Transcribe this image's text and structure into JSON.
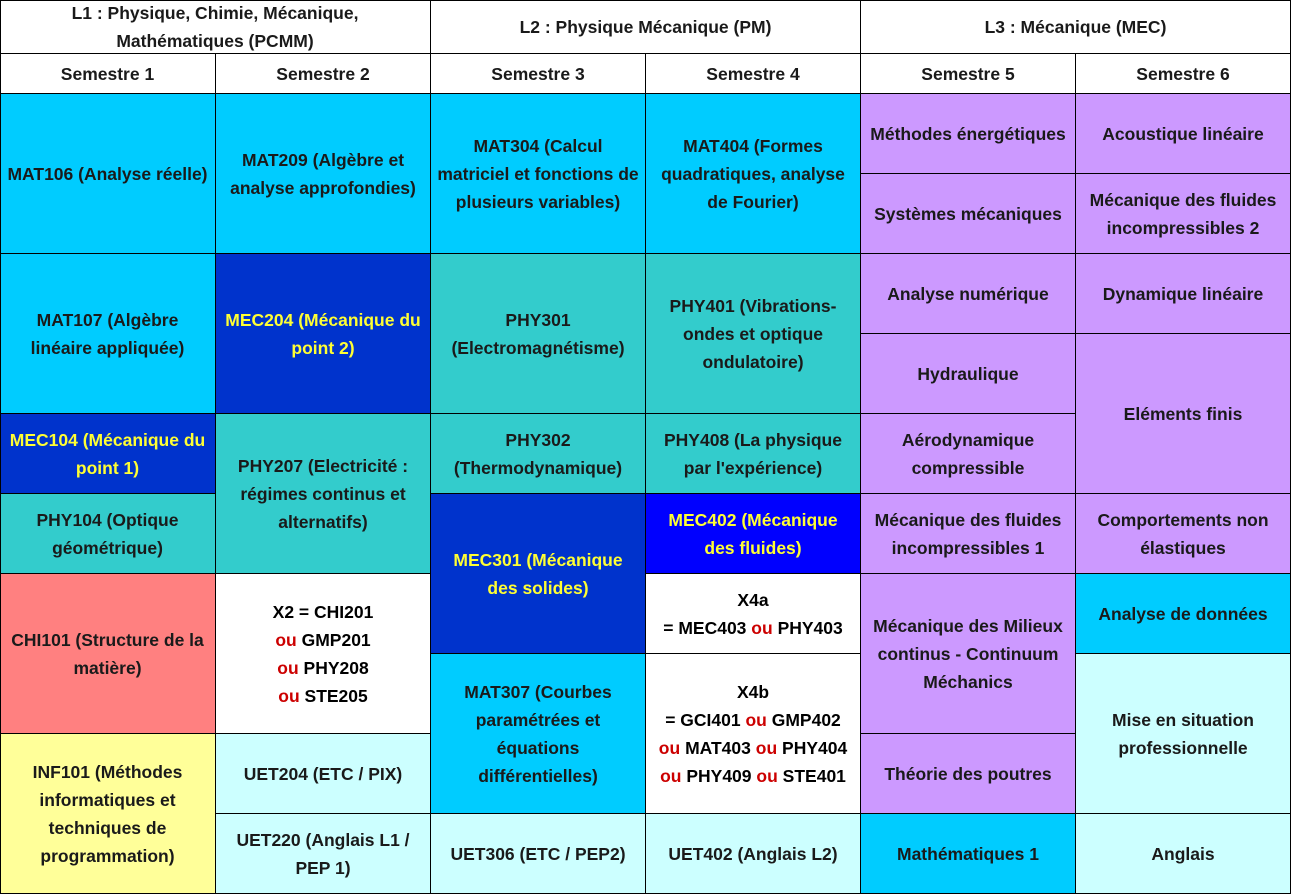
{
  "colors": {
    "header": "#ffffff",
    "light_blue": "#00ccff",
    "dark_blue": "#0033cc",
    "bright_blue": "#0000ff",
    "teal": "#33cccc",
    "salmon": "#ff8080",
    "light_yellow": "#ffff99",
    "pale_cyan": "#ccffff",
    "lavender": "#cc99ff",
    "white": "#ffffff"
  },
  "headers": {
    "l1": "L1 : Physique, Chimie, Mécanique, Mathématiques (PCMM)",
    "l2": "L2 : Physique Mécanique (PM)",
    "l3": "L3 : Mécanique (MEC)",
    "s1": "Semestre 1",
    "s2": "Semestre 2",
    "s3": "Semestre 3",
    "s4": "Semestre 4",
    "s5": "Semestre 5",
    "s6": "Semestre 6"
  },
  "s1": {
    "mat106": "MAT106 (Analyse réelle)",
    "mat107": "MAT107 (Algèbre linéaire appliquée)",
    "mec104": "MEC104 (Mécanique du point 1)",
    "phy104": "PHY104 (Optique géométrique)",
    "chi101": "CHI101 (Structure de la matière)",
    "inf101": "INF101 (Méthodes informatiques et techniques de programmation)"
  },
  "s2": {
    "mat209": "MAT209 (Algèbre et analyse approfondies)",
    "mec204": "MEC204 (Mécanique du point 2)",
    "phy207": "PHY207 (Electricité : régimes continus et alternatifs)",
    "x2_line1": "X2 = CHI201",
    "x2_ou": "ou",
    "x2_gmp": "GMP201",
    "x2_phy": "PHY208",
    "x2_ste": "STE205",
    "uet204": "UET204 (ETC / PIX)",
    "uet220": "UET220 (Anglais L1 / PEP 1)"
  },
  "s3": {
    "mat304": "MAT304 (Calcul matriciel et fonctions de plusieurs variables)",
    "phy301": "PHY301 (Electromagnétisme)",
    "phy302": "PHY302 (Thermodynamique)",
    "mec301": "MEC301 (Mécanique des solides)",
    "mat307": "MAT307 (Courbes paramétrées et équations différentielles)",
    "uet306": "UET306 (ETC / PEP2)"
  },
  "s4": {
    "mat404": "MAT404 (Formes quadratiques, analyse de Fourier)",
    "phy401": "PHY401 (Vibrations-ondes et optique ondulatoire)",
    "phy408": "PHY408 (La physique par l'expérience)",
    "mec402": "MEC402 (Mécanique des fluides)",
    "x4a_title": "X4a",
    "x4a_eq": "= MEC403",
    "x4a_ou": "ou",
    "x4a_phy": "PHY403",
    "x4b_title": "X4b",
    "x4b_eq": "= GCI401",
    "x4b_ou": "ou",
    "x4b_gmp": "GMP402",
    "x4b_mat": "MAT403",
    "x4b_phy404": "PHY404",
    "x4b_phy409": "PHY409",
    "x4b_ste": "STE401",
    "uet402": "UET402 (Anglais L2)"
  },
  "s5": {
    "energ": "Méthodes énergétiques",
    "sysmec": "Systèmes mécaniques",
    "analnum": "Analyse numérique",
    "hydrau": "Hydraulique",
    "aero": "Aérodynamique compressible",
    "fluides1": "Mécanique des fluides incompressibles 1",
    "milieux": "Mécanique des Milieux continus - Continuum Méchanics",
    "poutres": "Théorie des poutres",
    "maths1": "Mathématiques 1"
  },
  "s6": {
    "acoust": "Acoustique linéaire",
    "fluides2": "Mécanique des fluides incompressibles 2",
    "dynlin": "Dynamique linéaire",
    "elemfinis": "Eléments finis",
    "comport": "Comportements non élastiques",
    "donnees": "Analyse de données",
    "situation": "Mise en situation professionnelle",
    "anglais": "Anglais"
  }
}
